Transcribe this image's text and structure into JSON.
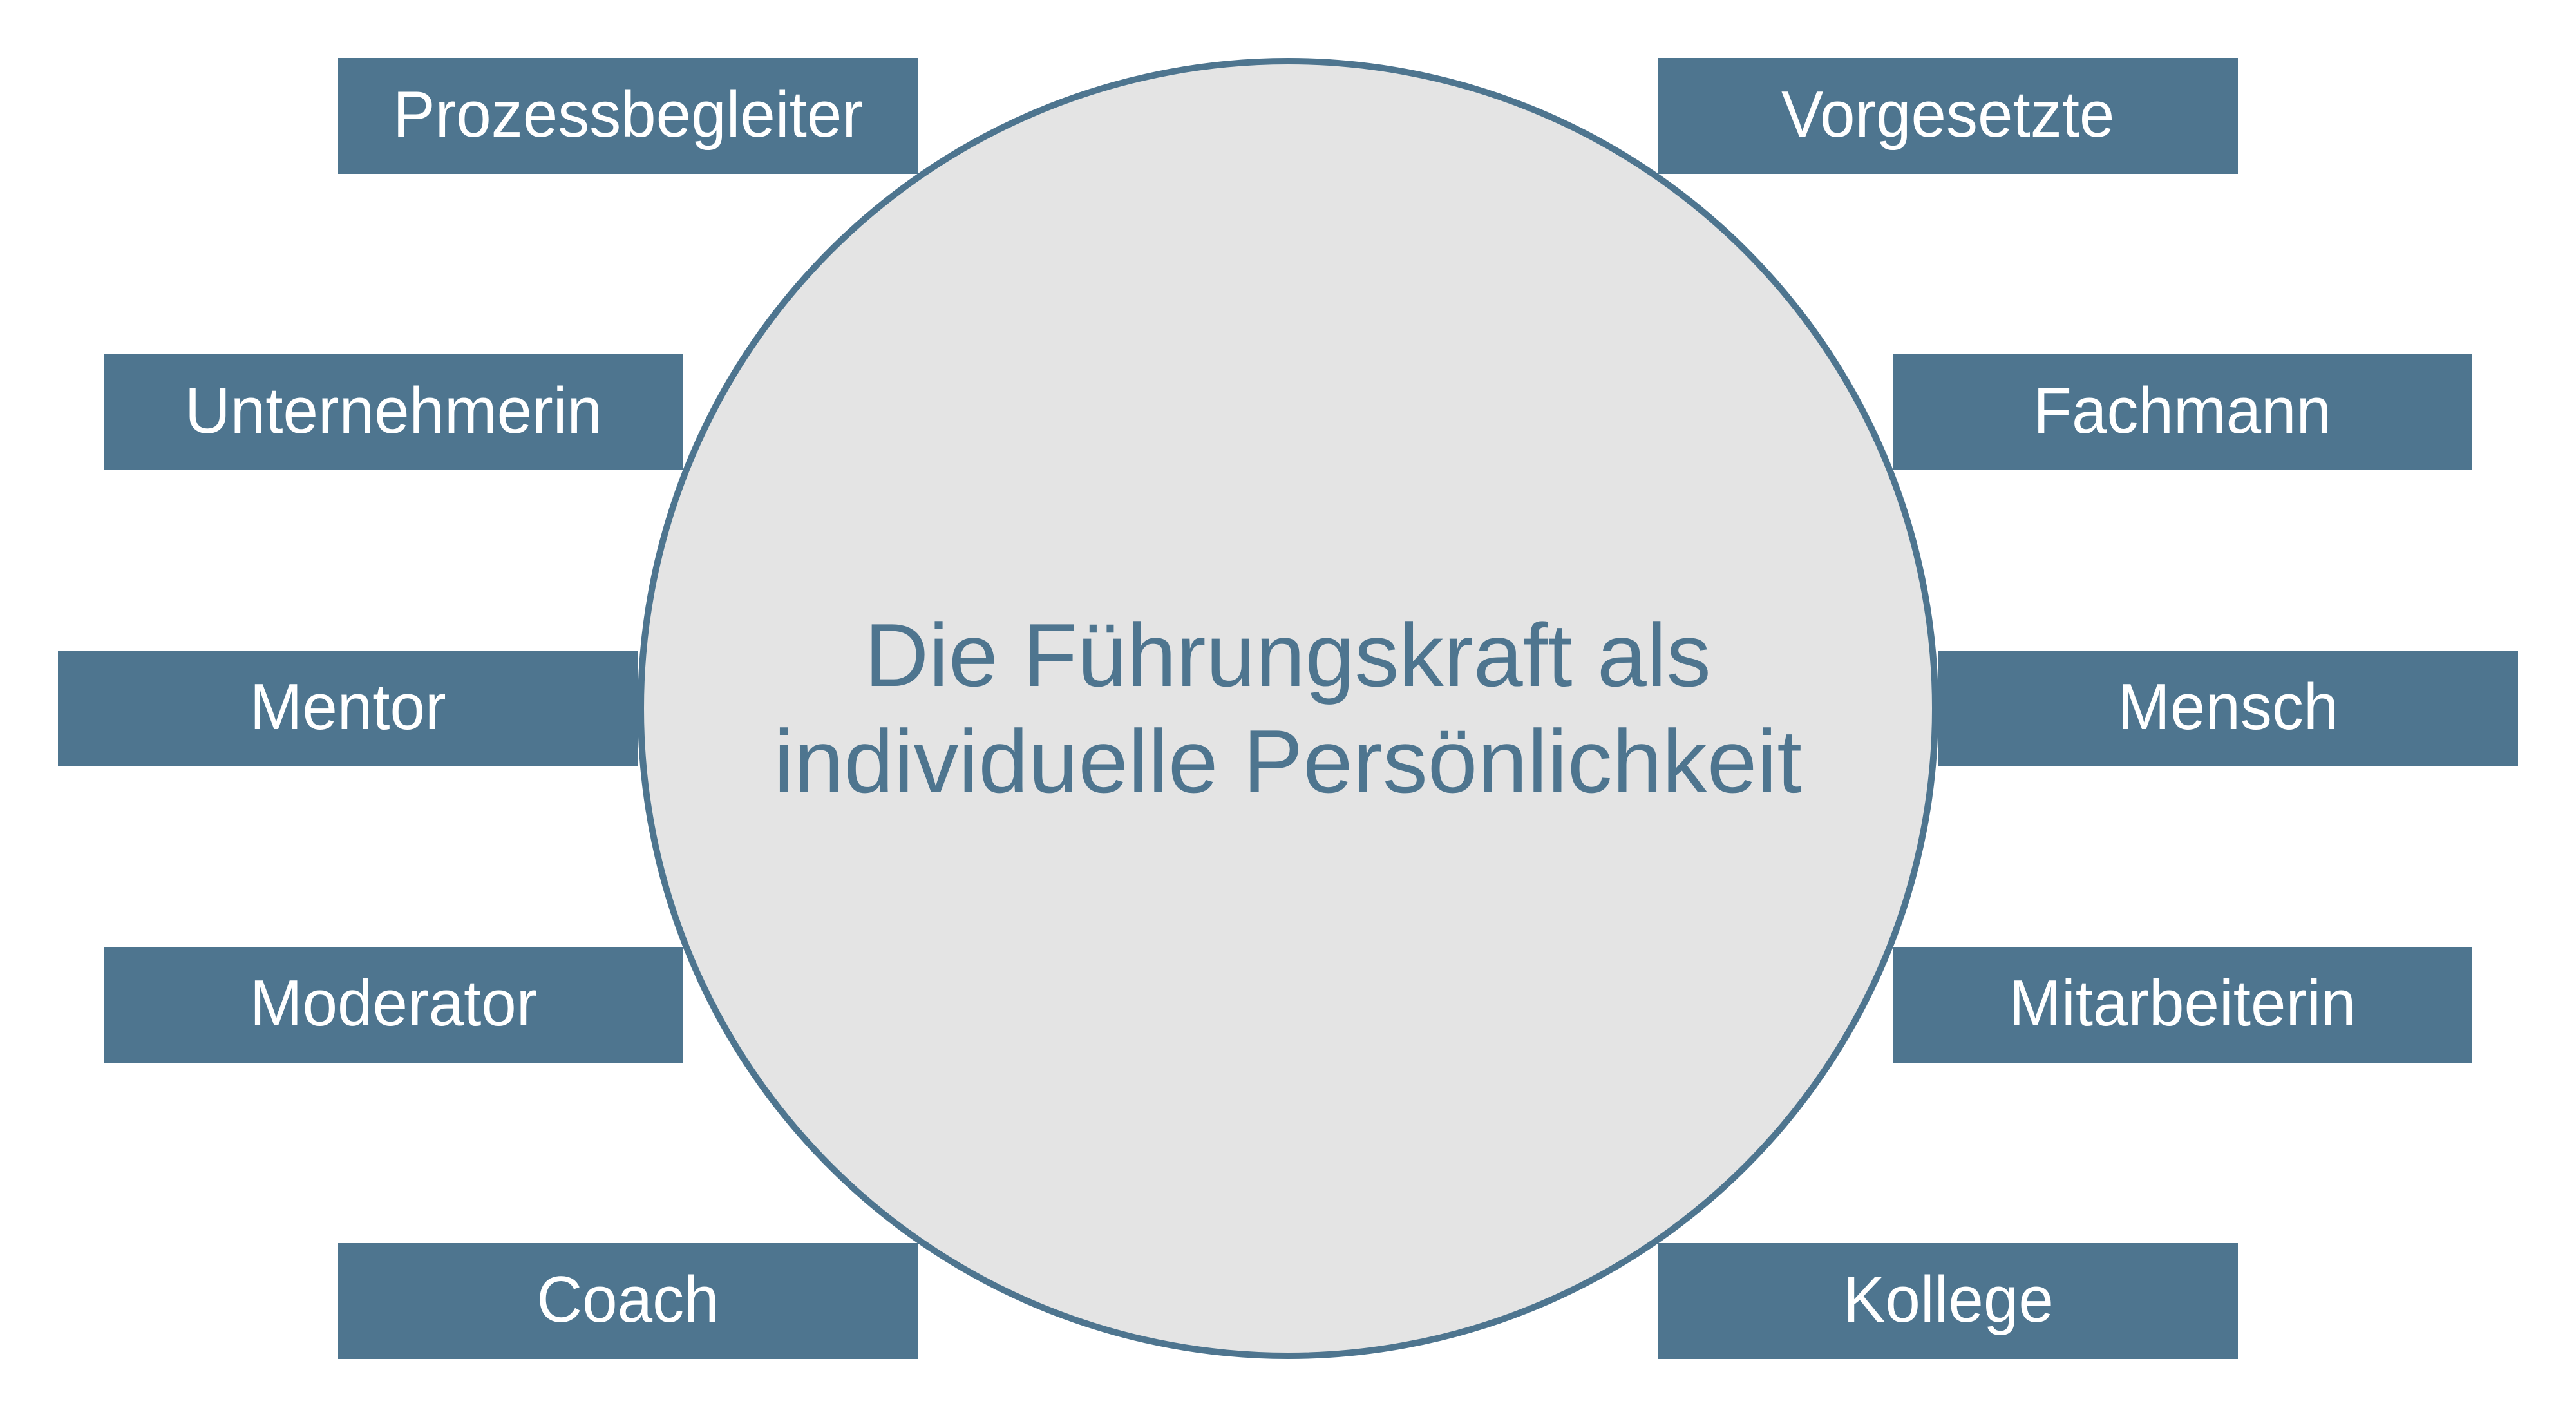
{
  "diagram": {
    "center": {
      "line1": "Die Führungskraft als",
      "line2": "individuelle Persönlichkeit"
    },
    "roles_left": [
      {
        "label": "Prozessbegleiter"
      },
      {
        "label": "Unternehmerin"
      },
      {
        "label": "Mentor"
      },
      {
        "label": "Moderator"
      },
      {
        "label": "Coach"
      }
    ],
    "roles_right": [
      {
        "label": "Vorgesetzte"
      },
      {
        "label": "Fachmann"
      },
      {
        "label": "Mensch"
      },
      {
        "label": "Mitarbeiterin"
      },
      {
        "label": "Kollege"
      }
    ],
    "colors": {
      "box_fill": "#4e758f",
      "box_text": "#ffffff",
      "circle_fill": "#e4e4e4",
      "circle_stroke": "#4e758f",
      "center_text": "#4e758f",
      "background": "#ffffff"
    }
  }
}
